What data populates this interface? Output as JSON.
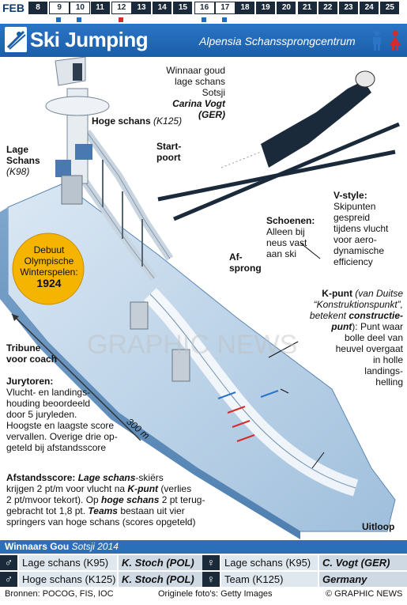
{
  "dates": {
    "month": "FEB",
    "days": [
      "8",
      "9",
      "10",
      "11",
      "12",
      "13",
      "14",
      "15",
      "16",
      "17",
      "18",
      "19",
      "20",
      "21",
      "22",
      "23",
      "24",
      "25"
    ],
    "highlighted": [
      "9",
      "10",
      "12",
      "16",
      "17"
    ],
    "highlight_colors": {
      "10": "#1a6fc4",
      "12": "#d62b2b",
      "16": "#1a6fc4",
      "17": "#1a6fc4",
      "9": "#1a6fc4"
    }
  },
  "header": {
    "title": "Ski Jumping",
    "venue": "Alpensia Schanssprongcentrum",
    "male_icon": "male-icon",
    "female_icon": "female-icon",
    "male_color": "#2b75c6",
    "female_color": "#d62b2b"
  },
  "labels": {
    "winner_line1": "Winnaar goud",
    "winner_line2": "lage schans Sotsji",
    "winner_name": "Carina Vogt (GER)",
    "hoge_schans": "Hoge schans",
    "hoge_schans_k": "(K125)",
    "lage_schans_1": "Lage",
    "lage_schans_2": "Schans",
    "lage_schans_k": "(K98)",
    "startpoort_1": "Start-",
    "startpoort_2": "poort",
    "debuut_1": "Debuut",
    "debuut_2": "Olympische",
    "debuut_3": "Winterspelen:",
    "debuut_year": "1924",
    "schoenen_title": "Schoenen:",
    "schoenen_1": "Alleen bij",
    "schoenen_2": "neus vast",
    "schoenen_3": "aan ski",
    "vstyle_title": "V-style:",
    "vstyle_1": "Skipunten",
    "vstyle_2": "gespreid",
    "vstyle_3": "tijdens vlucht",
    "vstyle_4": "voor aero-",
    "vstyle_5": "dynamische",
    "vstyle_6": "efficiency",
    "afsprong_1": "Af-",
    "afsprong_2": "sprong",
    "kpunt_title": "K-punt",
    "kpunt_1": "(van Duitse",
    "kpunt_2": "“Konstruktionspunkt”,",
    "kpunt_3": "betekent",
    "kpunt_4": "constructie-",
    "kpunt_5": "punt",
    "kpunt_6": "): Punt waar",
    "kpunt_7": "bolle deel van",
    "kpunt_8": "heuvel overgaat",
    "kpunt_9": "in holle",
    "kpunt_10": "landings-",
    "kpunt_11": "helling",
    "tribune_1": "Tribune",
    "tribune_2": "voor coach",
    "jury_title": "Jurytoren:",
    "jury_1": "Vlucht- en landings-",
    "jury_2": "houding beoordeeld",
    "jury_3": "door 5 juryleden.",
    "jury_4": "Hoogste en laagste score",
    "jury_5": "vervallen. Overige drie op-",
    "jury_6": "geteld bij afstandsscore",
    "distance": "300 m",
    "afstand_1a": "Afstandsscore: ",
    "afstand_1b": "Lage schans",
    "afstand_1c": "-skiërs",
    "afstand_2a": "krijgen 2 pt/m voor vlucht na ",
    "afstand_2b": "K-punt",
    "afstand_2c": " (verlies",
    "afstand_3a": "2 pt/mvoor tekort). Op ",
    "afstand_3b": "hoge schans",
    "afstand_3c": " 2 pt terug-",
    "afstand_4a": "gebracht tot 1,8 pt. ",
    "afstand_4b": "Teams",
    "afstand_4c": " bestaan uit vier",
    "afstand_5": "springers van hoge schans (scores opgeteld)",
    "uitloop": "Uitloop",
    "watermark": "GRAPHIC NEWS"
  },
  "winners": {
    "title": "Winnaars Gou",
    "subtitle": "Sotsji 2014",
    "rows": [
      {
        "event_m": "Lage schans (K95)",
        "winner_m": "K. Stoch (POL)",
        "event_f": "Lage schans (K95)",
        "winner_f": "C. Vogt (GER)"
      },
      {
        "event_m": "Hoge schans (K125)",
        "winner_m": "K. Stoch (POL)",
        "event_f": "Team (K125)",
        "winner_f": "Germany"
      }
    ]
  },
  "footer": {
    "sources": "Bronnen: POCOG, FIS, IOC",
    "photos": "Originele foto's: Getty Images",
    "credit": "© GRAPHIC NEWS"
  }
}
